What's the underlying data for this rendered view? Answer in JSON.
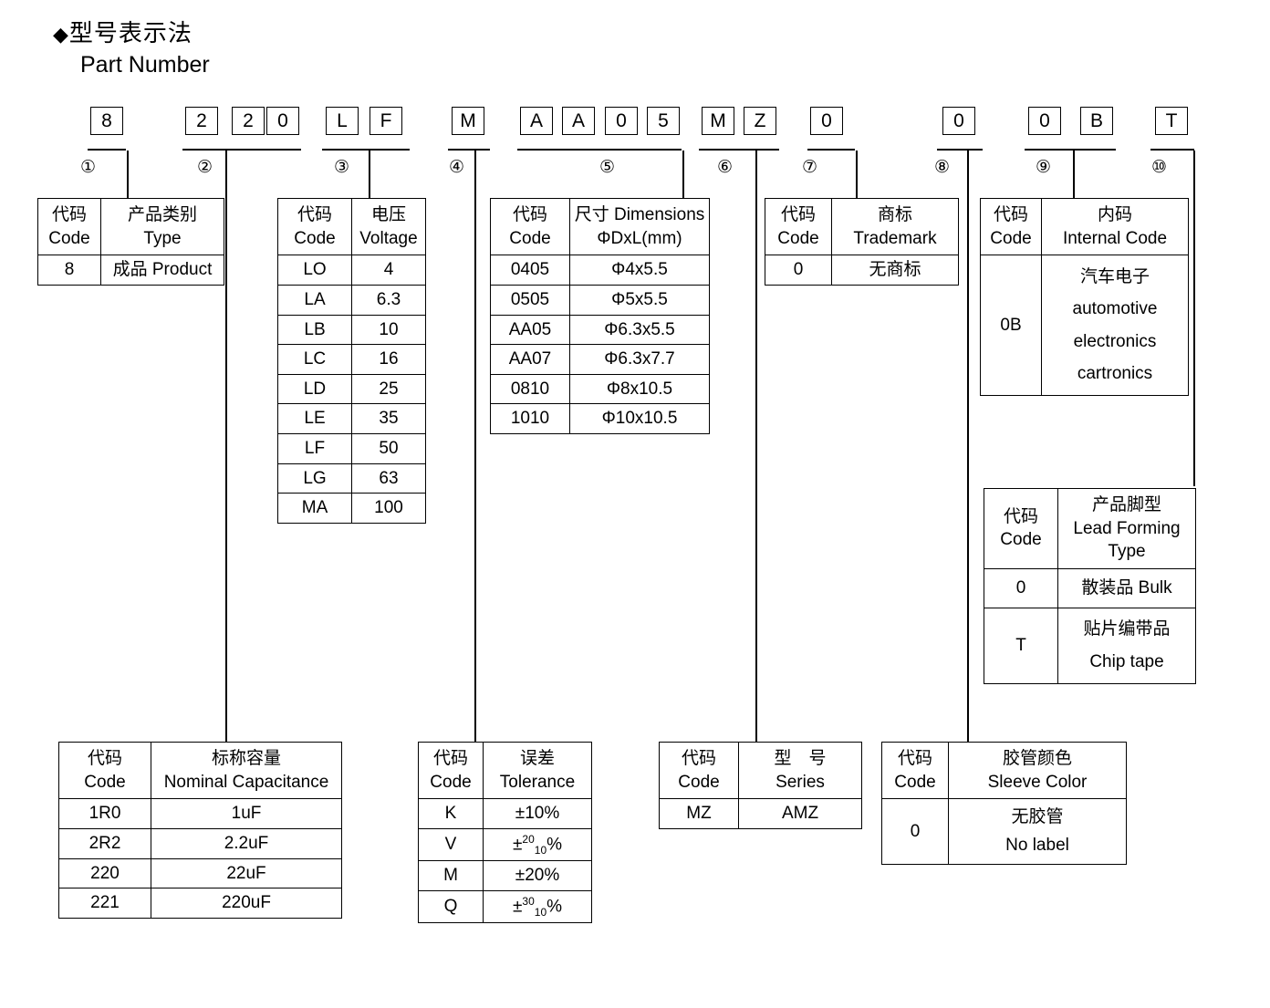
{
  "heading": {
    "marker": "◆",
    "zh": "型号表示法",
    "en": "Part Number"
  },
  "part_number": {
    "groups": [
      {
        "index": "①",
        "chars": [
          "8"
        ]
      },
      {
        "index": "②",
        "chars": [
          "2",
          "2",
          "0"
        ]
      },
      {
        "index": "③",
        "chars": [
          "L",
          "F"
        ]
      },
      {
        "index": "④",
        "chars": [
          "M"
        ]
      },
      {
        "index": "⑤",
        "chars": [
          "A",
          "A",
          "0",
          "5"
        ]
      },
      {
        "index": "⑥",
        "chars": [
          "M",
          "Z"
        ]
      },
      {
        "index": "⑦",
        "chars": [
          "0"
        ]
      },
      {
        "index": "⑧",
        "chars": [
          "0"
        ]
      },
      {
        "index": "⑨",
        "chars": [
          "0",
          "B"
        ]
      },
      {
        "index": "⑩",
        "chars": [
          "T"
        ]
      }
    ]
  },
  "tables": {
    "type": {
      "headers": {
        "code_zh": "代码",
        "code_en": "Code",
        "val_zh": "产品类别",
        "val_en": "Type"
      },
      "rows": [
        {
          "code": "8",
          "value": "成品 Product"
        }
      ]
    },
    "voltage": {
      "headers": {
        "code_zh": "代码",
        "code_en": "Code",
        "val_zh": "电压",
        "val_en": "Voltage"
      },
      "rows": [
        {
          "code": "LO",
          "value": "4"
        },
        {
          "code": "LA",
          "value": "6.3"
        },
        {
          "code": "LB",
          "value": "10"
        },
        {
          "code": "LC",
          "value": "16"
        },
        {
          "code": "LD",
          "value": "25"
        },
        {
          "code": "LE",
          "value": "35"
        },
        {
          "code": "LF",
          "value": "50"
        },
        {
          "code": "LG",
          "value": "63"
        },
        {
          "code": "MA",
          "value": "100"
        }
      ]
    },
    "dimensions": {
      "headers": {
        "code_zh": "代码",
        "code_en": "Code",
        "val_zh": "尺寸 Dimensions",
        "val_en": "ΦDxL(mm)"
      },
      "rows": [
        {
          "code": "0405",
          "value": "Φ4x5.5"
        },
        {
          "code": "0505",
          "value": "Φ5x5.5"
        },
        {
          "code": "AA05",
          "value": "Φ6.3x5.5"
        },
        {
          "code": "AA07",
          "value": "Φ6.3x7.7"
        },
        {
          "code": "0810",
          "value": "Φ8x10.5"
        },
        {
          "code": "1010",
          "value": "Φ10x10.5"
        }
      ]
    },
    "trademark": {
      "headers": {
        "code_zh": "代码",
        "code_en": "Code",
        "val_zh": "商标",
        "val_en": "Trademark"
      },
      "rows": [
        {
          "code": "0",
          "value": "无商标"
        }
      ]
    },
    "internal_code": {
      "headers": {
        "code_zh": "代码",
        "code_en": "Code",
        "val_zh": "内码",
        "val_en": "Internal Code"
      },
      "rows": [
        {
          "code": "0B",
          "line1": "汽车电子",
          "line2": "automotive",
          "line3": "electronics",
          "line4": "cartronics"
        }
      ]
    },
    "lead_forming": {
      "headers": {
        "code_zh": "代码",
        "code_en": "Code",
        "val_zh": "产品脚型",
        "val_en1": "Lead Forming",
        "val_en2": "Type"
      },
      "rows": [
        {
          "code": "0",
          "line1": "散装品 Bulk",
          "line2": ""
        },
        {
          "code": "T",
          "line1": "贴片编带品",
          "line2": "Chip tape"
        }
      ]
    },
    "capacitance": {
      "headers": {
        "code_zh": "代码",
        "code_en": "Code",
        "val_zh": "标称容量",
        "val_en": "Nominal Capacitance"
      },
      "rows": [
        {
          "code": "1R0",
          "value": "1uF"
        },
        {
          "code": "2R2",
          "value": "2.2uF"
        },
        {
          "code": "220",
          "value": "22uF"
        },
        {
          "code": "221",
          "value": "220uF"
        }
      ]
    },
    "tolerance": {
      "headers": {
        "code_zh": "代码",
        "code_en": "Code",
        "val_zh": "误差",
        "val_en": "Tolerance"
      },
      "rows": [
        {
          "code": "K",
          "value": "±10%",
          "sup": "",
          "sub": "",
          "suffix": ""
        },
        {
          "code": "V",
          "value": "±",
          "sup": "20",
          "sub": "10",
          "suffix": "%"
        },
        {
          "code": "M",
          "value": "±20%",
          "sup": "",
          "sub": "",
          "suffix": ""
        },
        {
          "code": "Q",
          "value": "±",
          "sup": "30",
          "sub": "10",
          "suffix": "%"
        }
      ]
    },
    "series": {
      "headers": {
        "code_zh": "代码",
        "code_en": "Code",
        "val_zh": "型　号",
        "val_en": "Series"
      },
      "rows": [
        {
          "code": "MZ",
          "value": "AMZ"
        }
      ]
    },
    "sleeve_color": {
      "headers": {
        "code_zh": "代码",
        "code_en": "Code",
        "val_zh": "胶管颜色",
        "val_en": "Sleeve Color"
      },
      "rows": [
        {
          "code": "0",
          "line1": "无胶管",
          "line2": "No label"
        }
      ]
    }
  }
}
